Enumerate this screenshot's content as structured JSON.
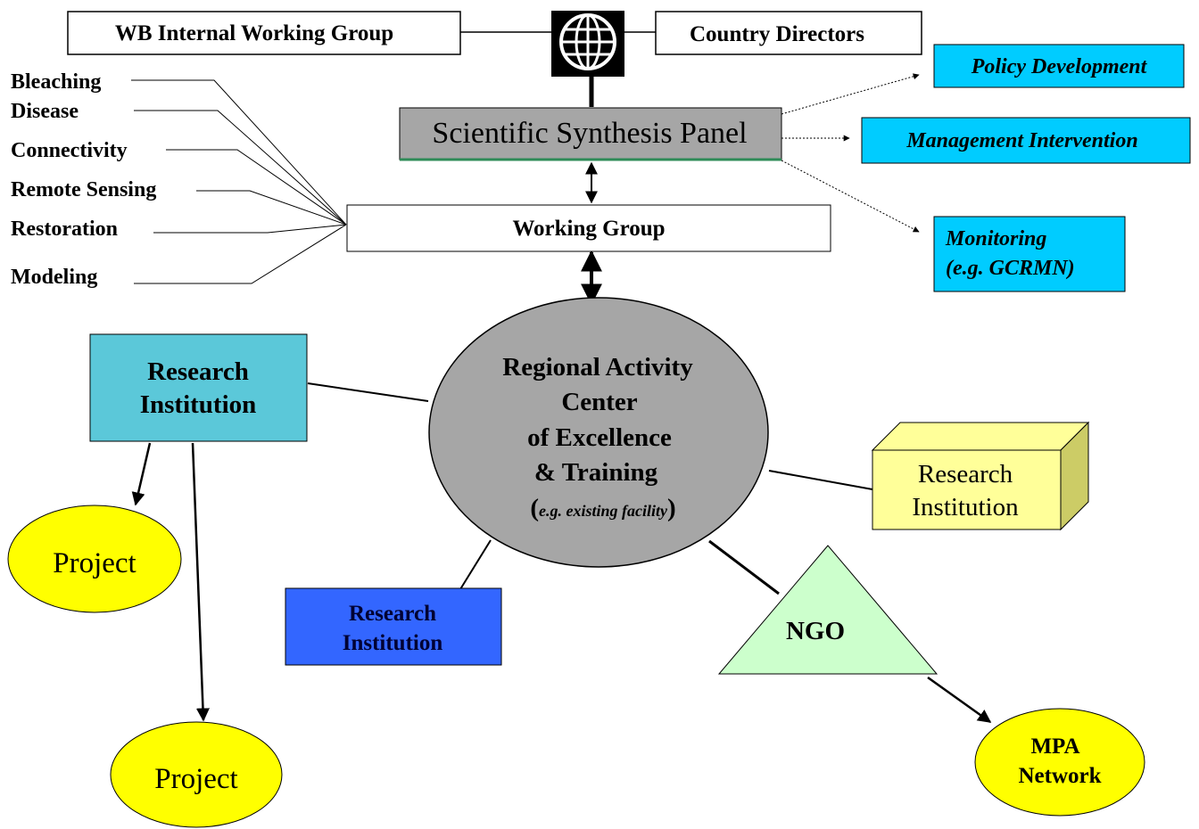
{
  "header": {
    "wb_group": "WB Internal Working Group",
    "country_directors": "Country Directors",
    "logo": "world-bank-globe-icon"
  },
  "panel": {
    "title": "Scientific Synthesis Panel"
  },
  "outputs": [
    {
      "label": "Policy Development"
    },
    {
      "label": "Management Intervention"
    },
    {
      "label": "Monitoring",
      "label2": "(e.g. GCRMN)"
    }
  ],
  "topics": [
    {
      "label": "Bleaching"
    },
    {
      "label": "Disease"
    },
    {
      "label": "Connectivity"
    },
    {
      "label": "Remote Sensing"
    },
    {
      "label": "Restoration"
    },
    {
      "label": "Modeling"
    }
  ],
  "working_group": {
    "title": "Working Group"
  },
  "center": {
    "line1": "Regional Activity",
    "line2": "Center",
    "line3": "of Excellence",
    "line4": "& Training",
    "paren_open": "(",
    "note": "e.g. existing facility",
    "paren_close": ")"
  },
  "institutions": {
    "left_line1": "Research",
    "left_line2": "Institution",
    "right_line1": "Research",
    "right_line2": "Institution",
    "bottom_line1": "Research",
    "bottom_line2": "Institution"
  },
  "projects": [
    {
      "label": "Project"
    },
    {
      "label": "Project"
    }
  ],
  "ngo": {
    "label": "NGO"
  },
  "mpa": {
    "line1": "MPA",
    "line2": "Network"
  },
  "colors": {
    "cyan": "#00ccff",
    "gray": "#a6a6a6",
    "teal_box": "#5bc8d9",
    "yellow": "#ffff00",
    "pale_yellow": "#ffff99",
    "blue": "#3366ff",
    "mint": "#ccffcc"
  }
}
